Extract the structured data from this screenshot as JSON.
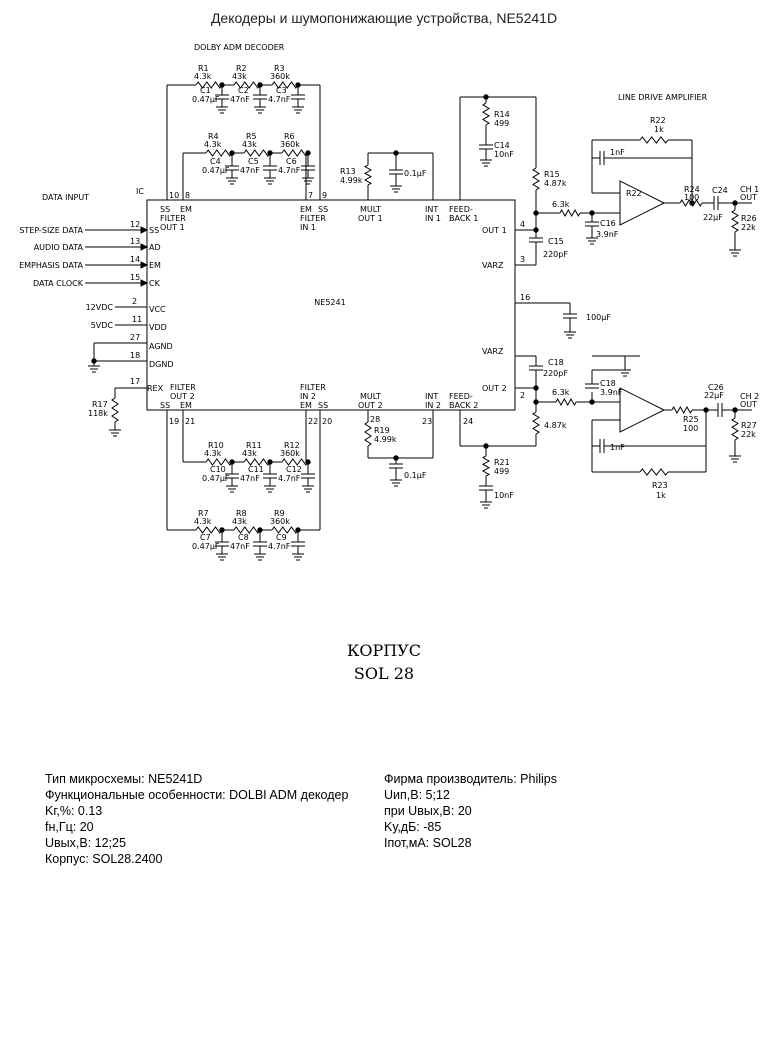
{
  "title": "Декодеры и шумопонижающие устройства, NE5241D",
  "schematic": {
    "decoder_section": "DOLBY ADM DECODER",
    "line_section": "LINE DRIVE AMPLIFIER",
    "data_input": "DATA INPUT",
    "chip": "NE5241",
    "inputs": [
      {
        "label": "STEP-SIZE DATA",
        "pin": "12",
        "name": "SS"
      },
      {
        "label": "AUDIO DATA",
        "pin": "13",
        "name": "AD"
      },
      {
        "label": "EMPHASIS DATA",
        "pin": "14",
        "name": "EM"
      },
      {
        "label": "DATA CLOCK",
        "pin": "15",
        "name": "CK"
      }
    ],
    "supply": [
      {
        "label": "12VDC",
        "pin": "2",
        "name": "VCC"
      },
      {
        "label": "5VDC",
        "pin": "11",
        "name": "VDD"
      }
    ],
    "ground_pins": [
      {
        "pin": "27",
        "name": "AGND"
      },
      {
        "pin": "18",
        "name": "DGND"
      }
    ],
    "rex": {
      "pin": "17",
      "name": "REX",
      "resistor": "R17",
      "value": "118k"
    },
    "ic_label": "IC",
    "top_pins": {
      "p10": "10",
      "p8": "8",
      "p7": "7",
      "p9": "9",
      "filter_out1_a": "SS",
      "filter_out1_b": "EM",
      "filter_out1_c": "FILTER",
      "filter_out1_d": "OUT 1",
      "filter_in1_a": "EM",
      "filter_in1_b": "SS",
      "filter_in1_c": "FILTER",
      "filter_in1_d": "IN 1",
      "mult_out1_a": "MULT",
      "mult_out1_b": "OUT 1",
      "int_in1_a": "INT",
      "int_in1_b": "IN 1",
      "fb1_a": "FEED-",
      "fb1_b": "BACK 1"
    },
    "bottom_pins": {
      "p19": "19",
      "p21": "21",
      "p22": "22",
      "p20": "20",
      "p28": "28",
      "p23": "23",
      "p24": "24",
      "filter_out2_a": "FILTER",
      "filter_out2_b": "OUT 2",
      "filter_out2_c": "SS",
      "filter_out2_d": "EM",
      "filter_in2_a": "FILTER",
      "filter_in2_b": "IN 2",
      "filter_in2_c": "EM",
      "filter_in2_d": "SS",
      "mult_out2_a": "MULT",
      "mult_out2_b": "OUT 2",
      "int_in2_a": "INT",
      "int_in2_b": "IN 2",
      "fb2_a": "FEED-",
      "fb2_b": "BACK 2"
    },
    "right_pins": {
      "out1": "OUT 1",
      "p4": "4",
      "varz1": "VARZ",
      "p3": "3",
      "p16": "16",
      "varz2": "VARZ",
      "out2": "OUT 2",
      "p2": "2"
    },
    "components": {
      "R1": "R1",
      "R1v": "4.3k",
      "R2": "R2",
      "R2v": "43k",
      "R3": "R3",
      "R3v": "360k",
      "C1": "C1",
      "C1v": "0.47µF",
      "C2": "C2",
      "C2v": "47nF",
      "C3": "C3",
      "C3v": "4.7nF",
      "R4": "R4",
      "R4v": "4.3k",
      "R5": "R5",
      "R5v": "43k",
      "R6": "R6",
      "R6v": "360k",
      "C4": "C4",
      "C4v": "0.47µF",
      "C5": "C5",
      "C5v": "47nF",
      "C6": "C6",
      "C6v": "4.7nF",
      "R13": "R13",
      "R13v": "4.99k",
      "C13v": "0.1µF",
      "R14": "R14",
      "R14v": "499",
      "C14": "C14",
      "C14v": "10nF",
      "R15": "R15",
      "R15v": "4.87k",
      "R22": "R22",
      "R22v": "1k",
      "Cf1v": "1nF",
      "R6k3a": "6.3k",
      "C16": "C16",
      "C16v": "3.9nF",
      "R24": "R24",
      "R24v": "100",
      "C24": "C24",
      "C24v": "22µF",
      "R26": "R26",
      "R26v": "22k",
      "CH1a": "CH 1",
      "CH1b": "OUT",
      "C15": "C15",
      "C15v": "220pF",
      "C100v": "100µF",
      "C18a": "C18",
      "C18av": "220pF",
      "R6k3b": "6.3k",
      "C18": "C18",
      "C18v": "3.9nF",
      "R487b": "4.87k",
      "Cf2v": "1nF",
      "R25": "R25",
      "R25v": "100",
      "C26": "C26",
      "C26v": "22µF",
      "R27": "R27",
      "R27v": "22k",
      "CH2a": "CH 2",
      "CH2b": "OUT",
      "R23": "R23",
      "R23v": "1k",
      "R19": "R19",
      "R19v": "4.99k",
      "C19v": "0.1µF",
      "R21": "R21",
      "R21v": "499",
      "C21v": "10nF",
      "R10": "R10",
      "R10v": "4.3k",
      "R11": "R11",
      "R11v": "43k",
      "R12": "R12",
      "R12v": "360k",
      "C10": "C10",
      "C10v": "0.47µF",
      "C11": "C11",
      "C11v": "47nF",
      "C12": "C12",
      "C12v": "4.7nF",
      "R7": "R7",
      "R7v": "4.3k",
      "R8": "R8",
      "R8v": "43k",
      "R9": "R9",
      "R9v": "360k",
      "C7": "C7",
      "C7v": "0.47µF",
      "C8": "C8",
      "C8v": "47nF",
      "C9": "C9",
      "C9v": "4.7nF"
    }
  },
  "package": {
    "line1": "КОРПУС",
    "line2": "SOL 28"
  },
  "specs_left": [
    "Тип микросхемы: NE5241D",
    "Функциональные особенности: DOLBI ADM декодер",
    "Kг,%: 0.13",
    "fн,Гц: 20",
    "Uвых,B: 12;25",
    "Корпус: SOL28.2400"
  ],
  "specs_right": [
    "Фирма производитель: Philips",
    "Uип,B: 5;12",
    "при Uвых,B: 20",
    "Kу,дБ: -85",
    "Iпот,мА: SOL28"
  ]
}
